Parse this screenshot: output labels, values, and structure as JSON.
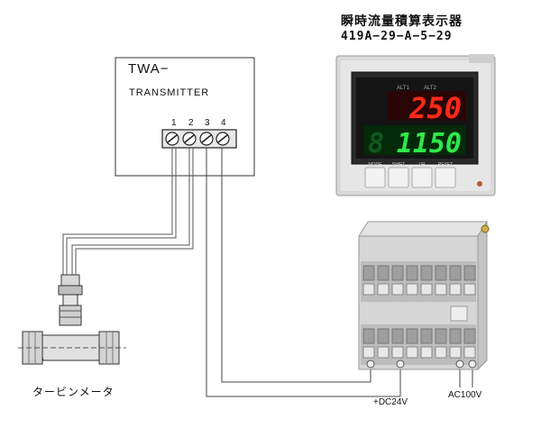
{
  "transmitter": {
    "title": "TWA−",
    "subtitle": "TRANSMITTER",
    "terminals": [
      "1",
      "2",
      "3",
      "4"
    ]
  },
  "meter": {
    "name": "瞬時流量積算表示器",
    "model": "419A−29−A−5−29",
    "ind_alt1": "ALT1",
    "ind_alt2": "ALT2",
    "display_top": "250",
    "display_bottom_dim": "8",
    "display_bottom": "1150",
    "buttons": [
      "MODE",
      "SHIFT",
      "UP",
      "RESET"
    ]
  },
  "turbine": {
    "label": "タービンメータ"
  },
  "power": {
    "dc_label": "+DC24V",
    "ac_label": "AC100V"
  },
  "colors": {
    "red_segment": "#ff2a1a",
    "green_segment": "#2fe84a",
    "panel_dark": "#1a1a1a"
  }
}
